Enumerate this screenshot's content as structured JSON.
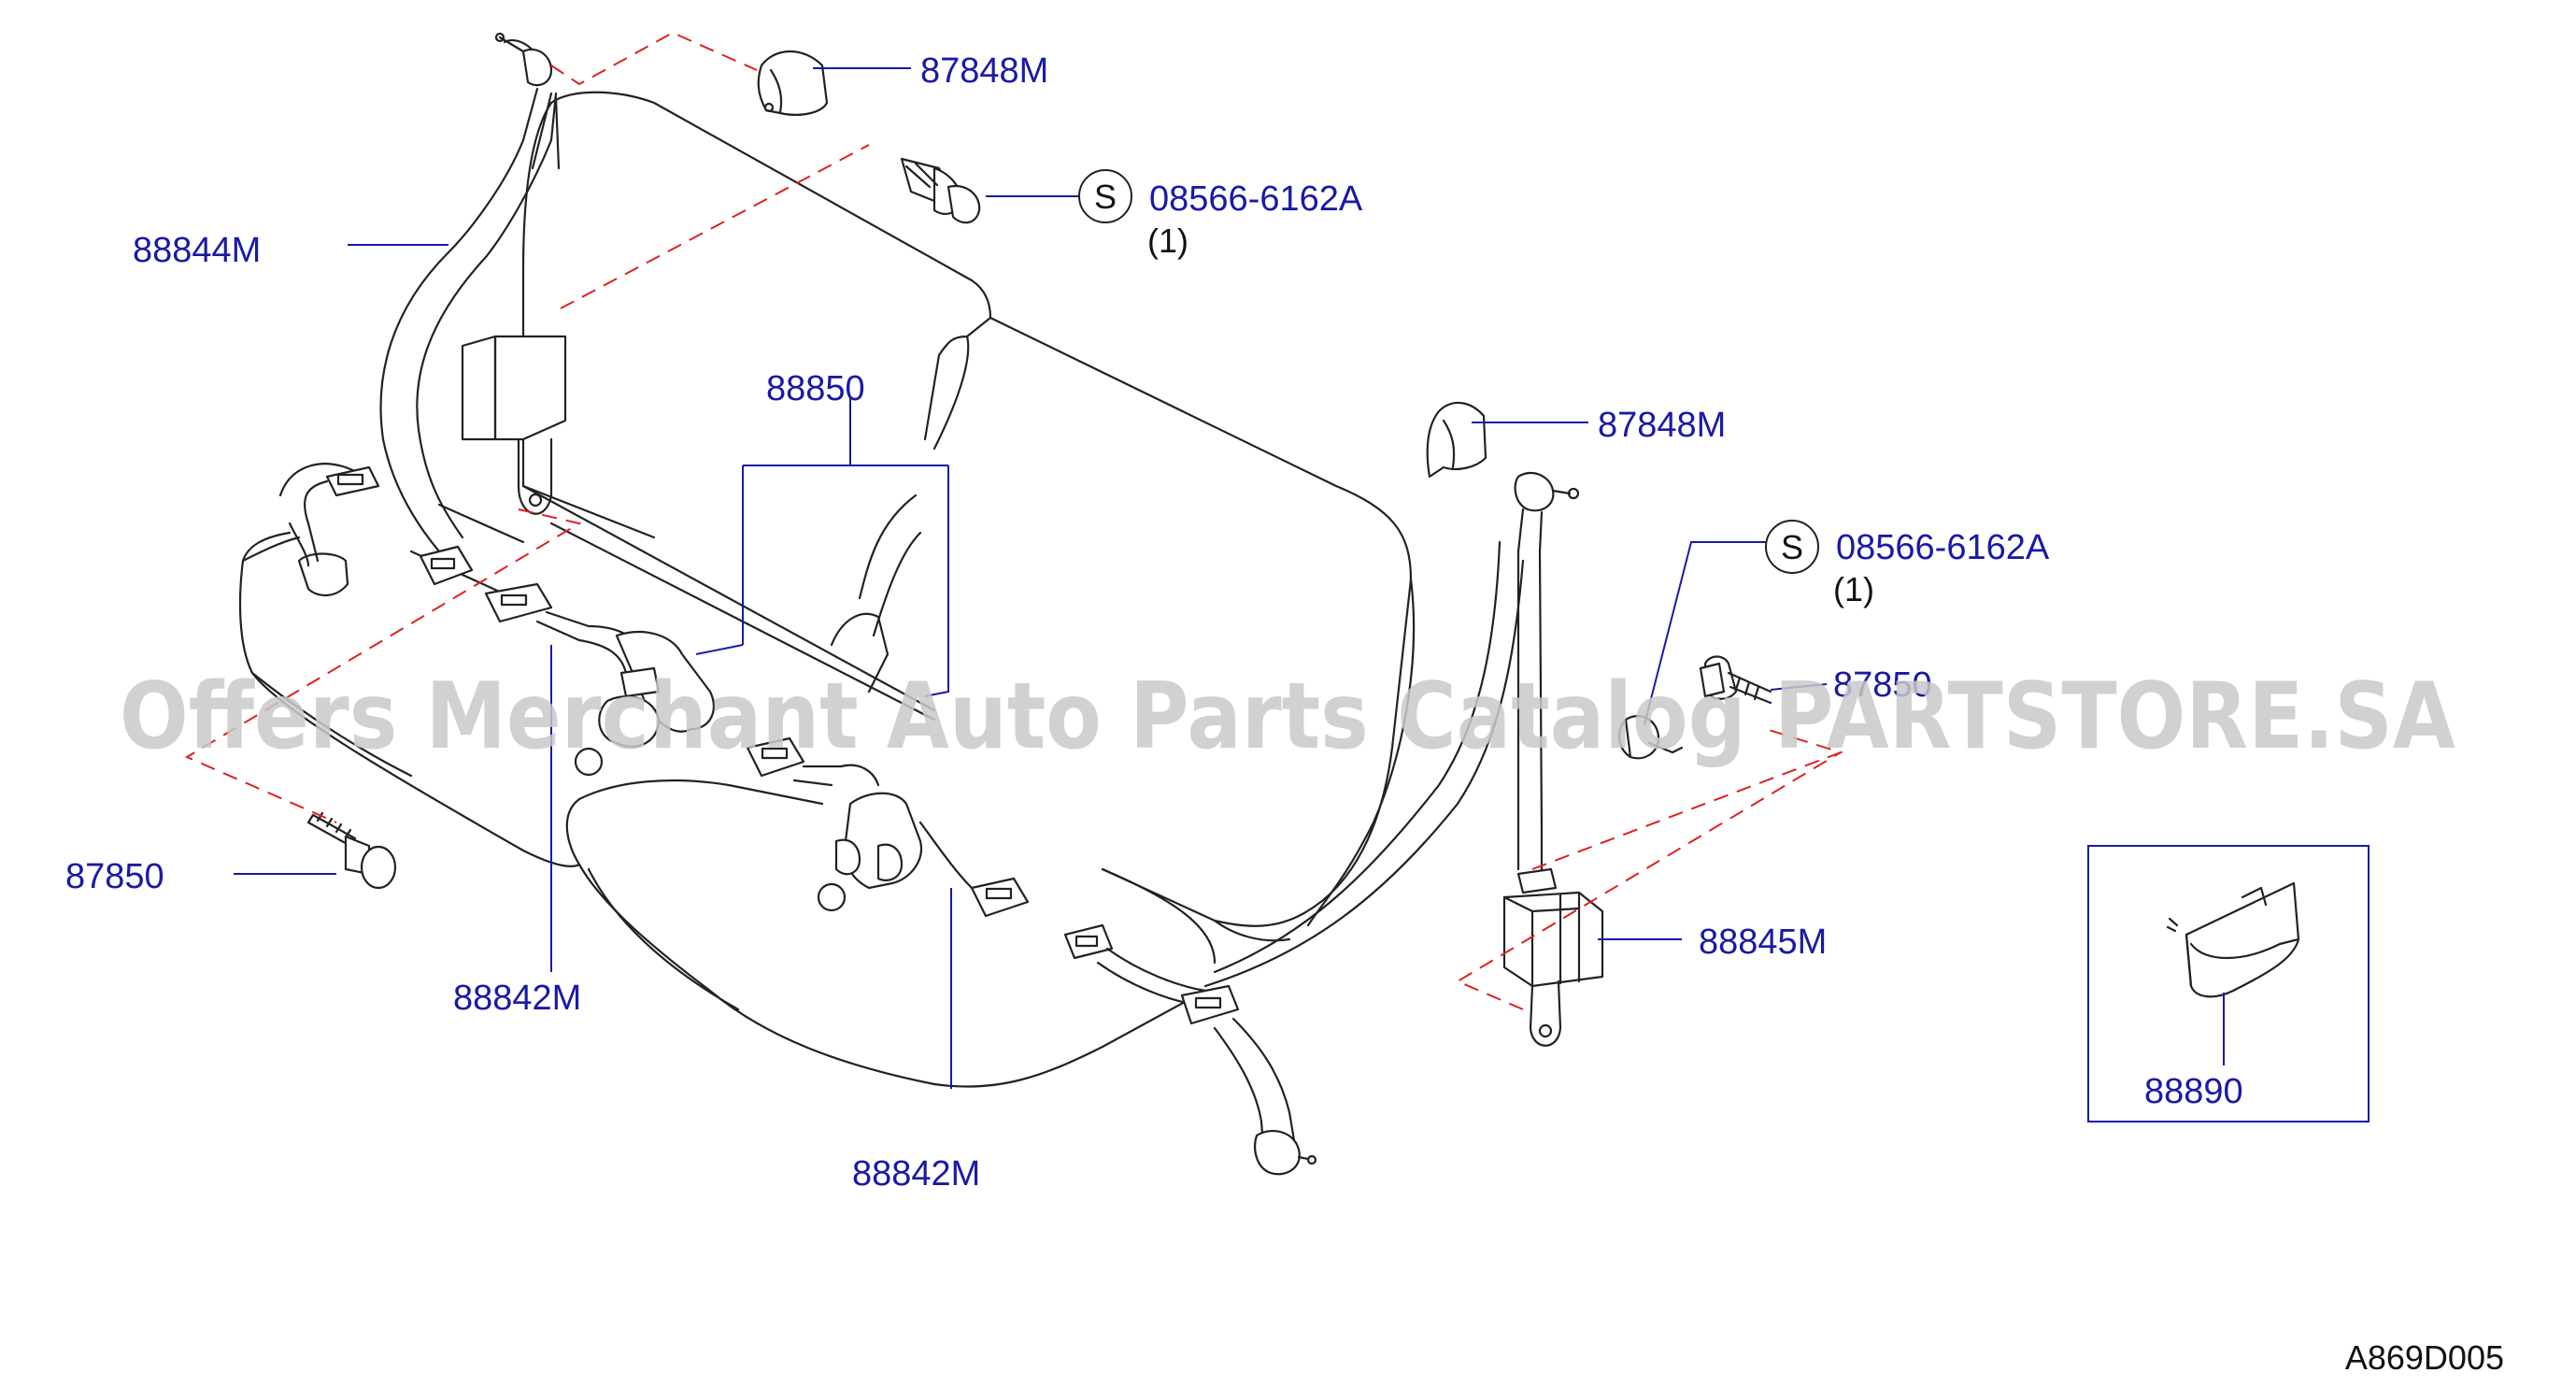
{
  "labels": {
    "pillar_cover_top": "87848M",
    "clip_top": "08566-6162A",
    "clip_top_qty": "(1)",
    "front_belt_left": "88844M",
    "center_belt": "88850",
    "pillar_cover_right": "87848M",
    "clip_right": "08566-6162A",
    "clip_right_qty": "(1)",
    "bolt_right": "87850",
    "bolt_left": "87850",
    "buckle_left": "88842M",
    "retractor": "88845M",
    "buckle_center": "88842M",
    "clip_inset": "88890",
    "symbol_s": "S",
    "diagram_code": "A869D005"
  },
  "watermark": "Offers Merchant Auto Parts Catalog PARTSTORE.SA",
  "colors": {
    "label": "#1a1aa6",
    "leader": "#1a1aa6",
    "dashed": "#e02020",
    "line": "#222222",
    "watermark": "#c9c9c9"
  }
}
